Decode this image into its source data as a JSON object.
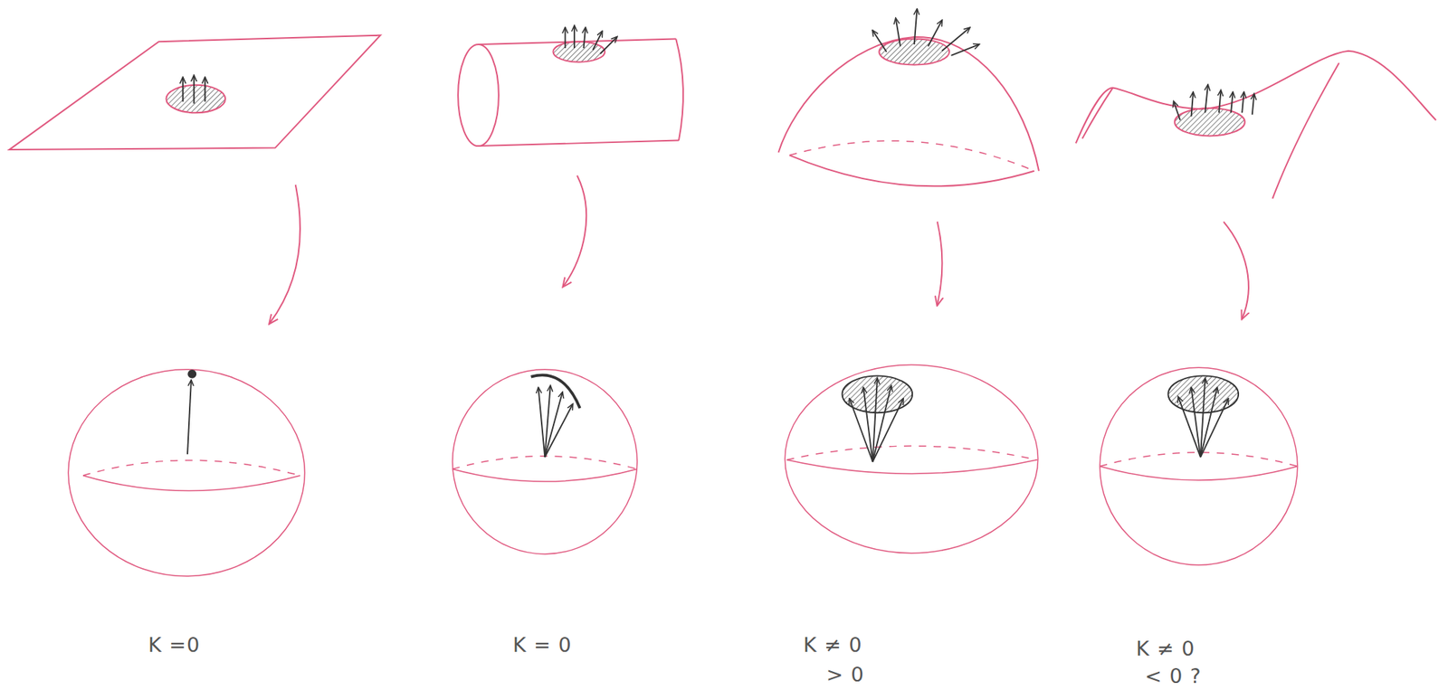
{
  "diagram": {
    "labels": [
      "K =0",
      "K = 0",
      "K ≠ 0",
      "> 0",
      "K ≠ 0",
      "< 0 ?"
    ]
  }
}
